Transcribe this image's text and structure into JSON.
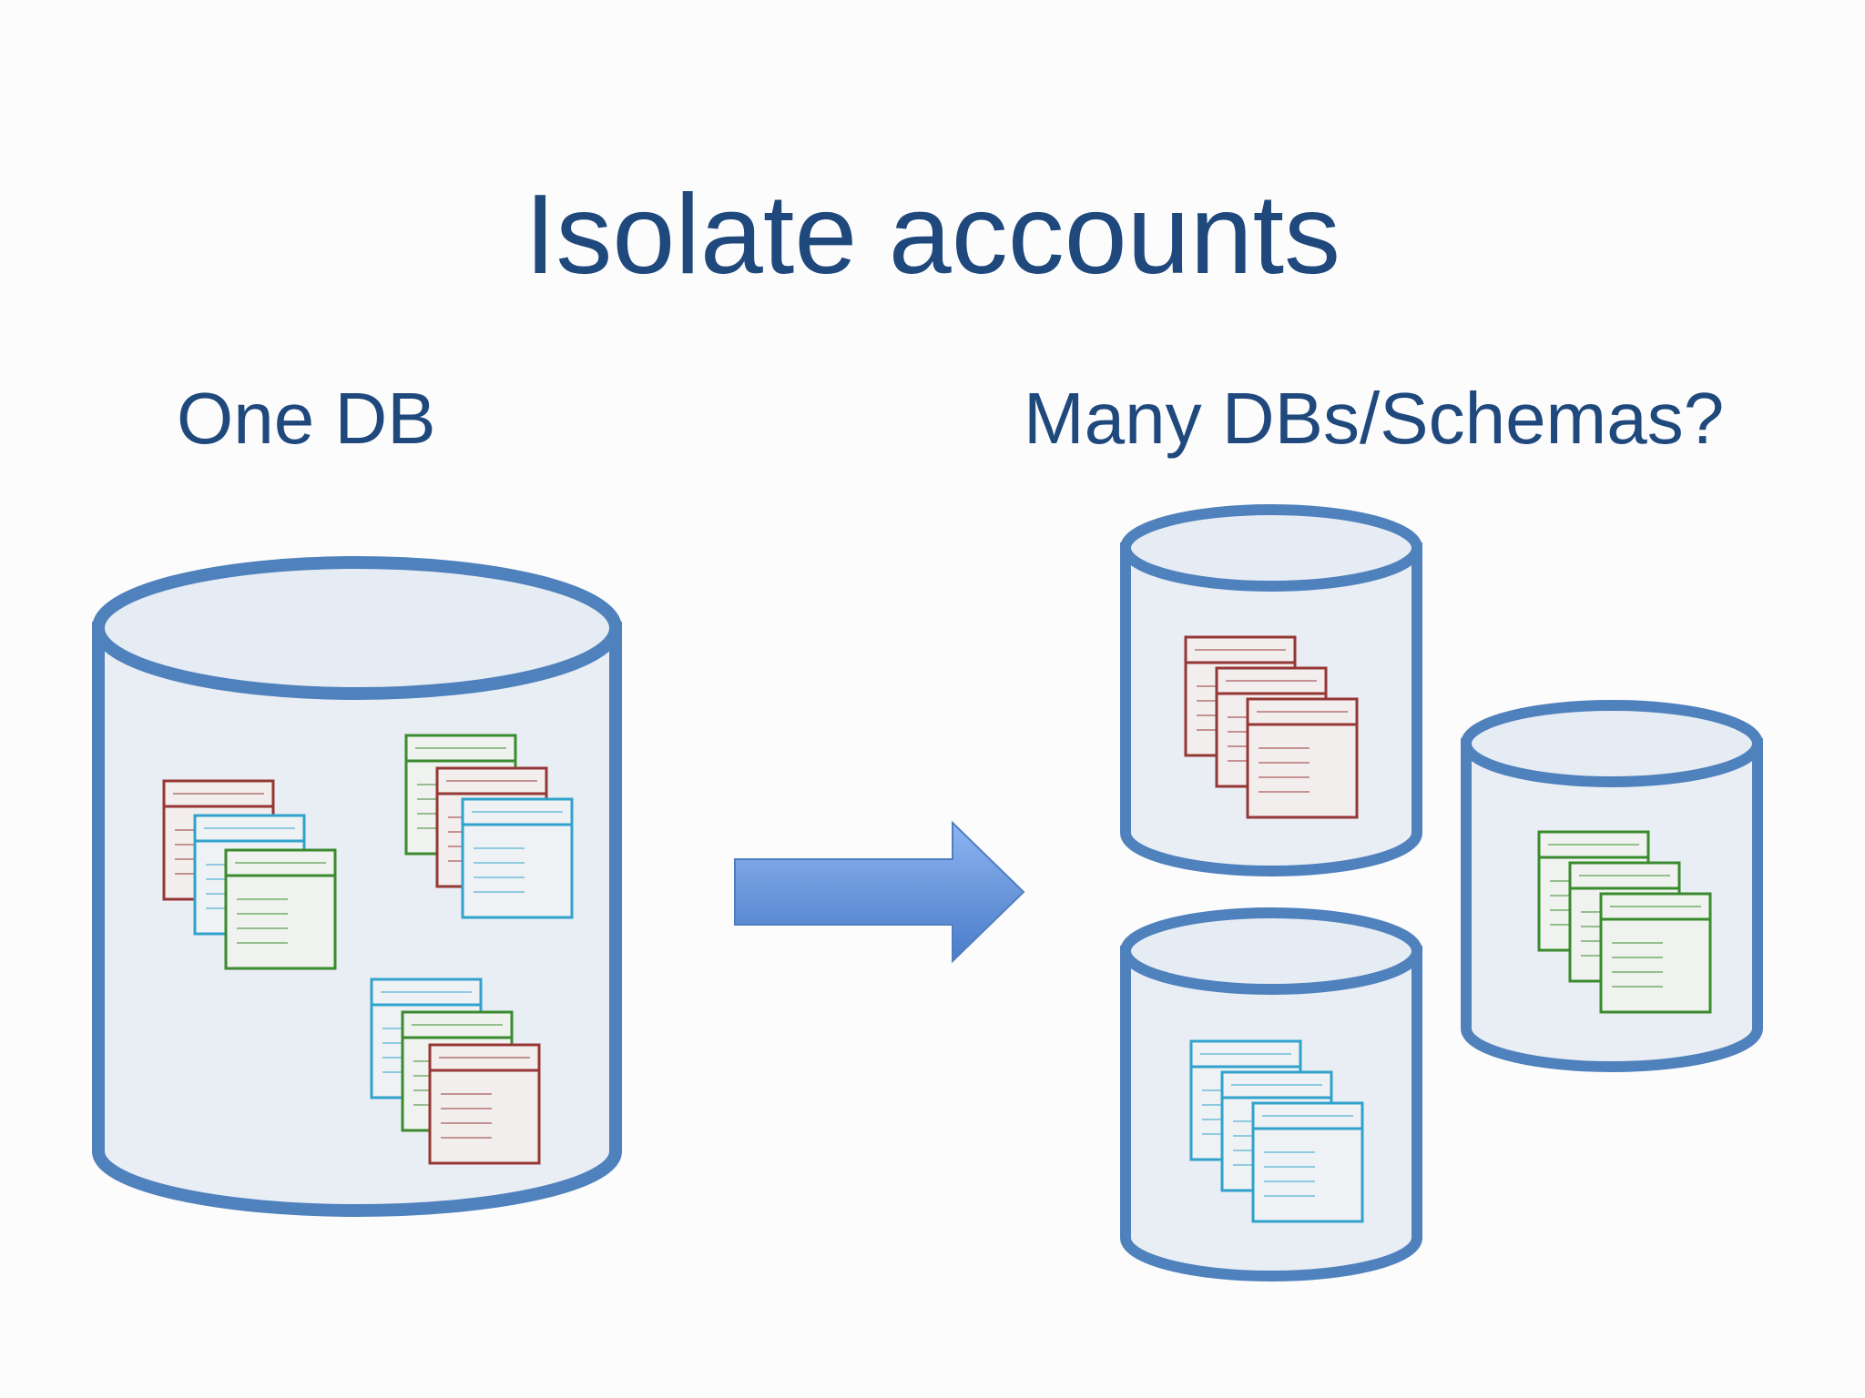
{
  "slide": {
    "title": "Isolate accounts",
    "left_label": "One DB",
    "right_label": "Many DBs/Schemas?"
  },
  "colors": {
    "title_text": "#1f497d",
    "cylinder_stroke": "#4f81bd",
    "cylinder_fill": "#e9eef5",
    "arrow_fill": "#5b8fd8",
    "table_red": "#953735",
    "table_blue": "#31a2cc",
    "table_green": "#3a8a2e"
  },
  "icons": [
    "database-cylinder-icon",
    "table-stack-icon",
    "right-arrow-icon"
  ]
}
